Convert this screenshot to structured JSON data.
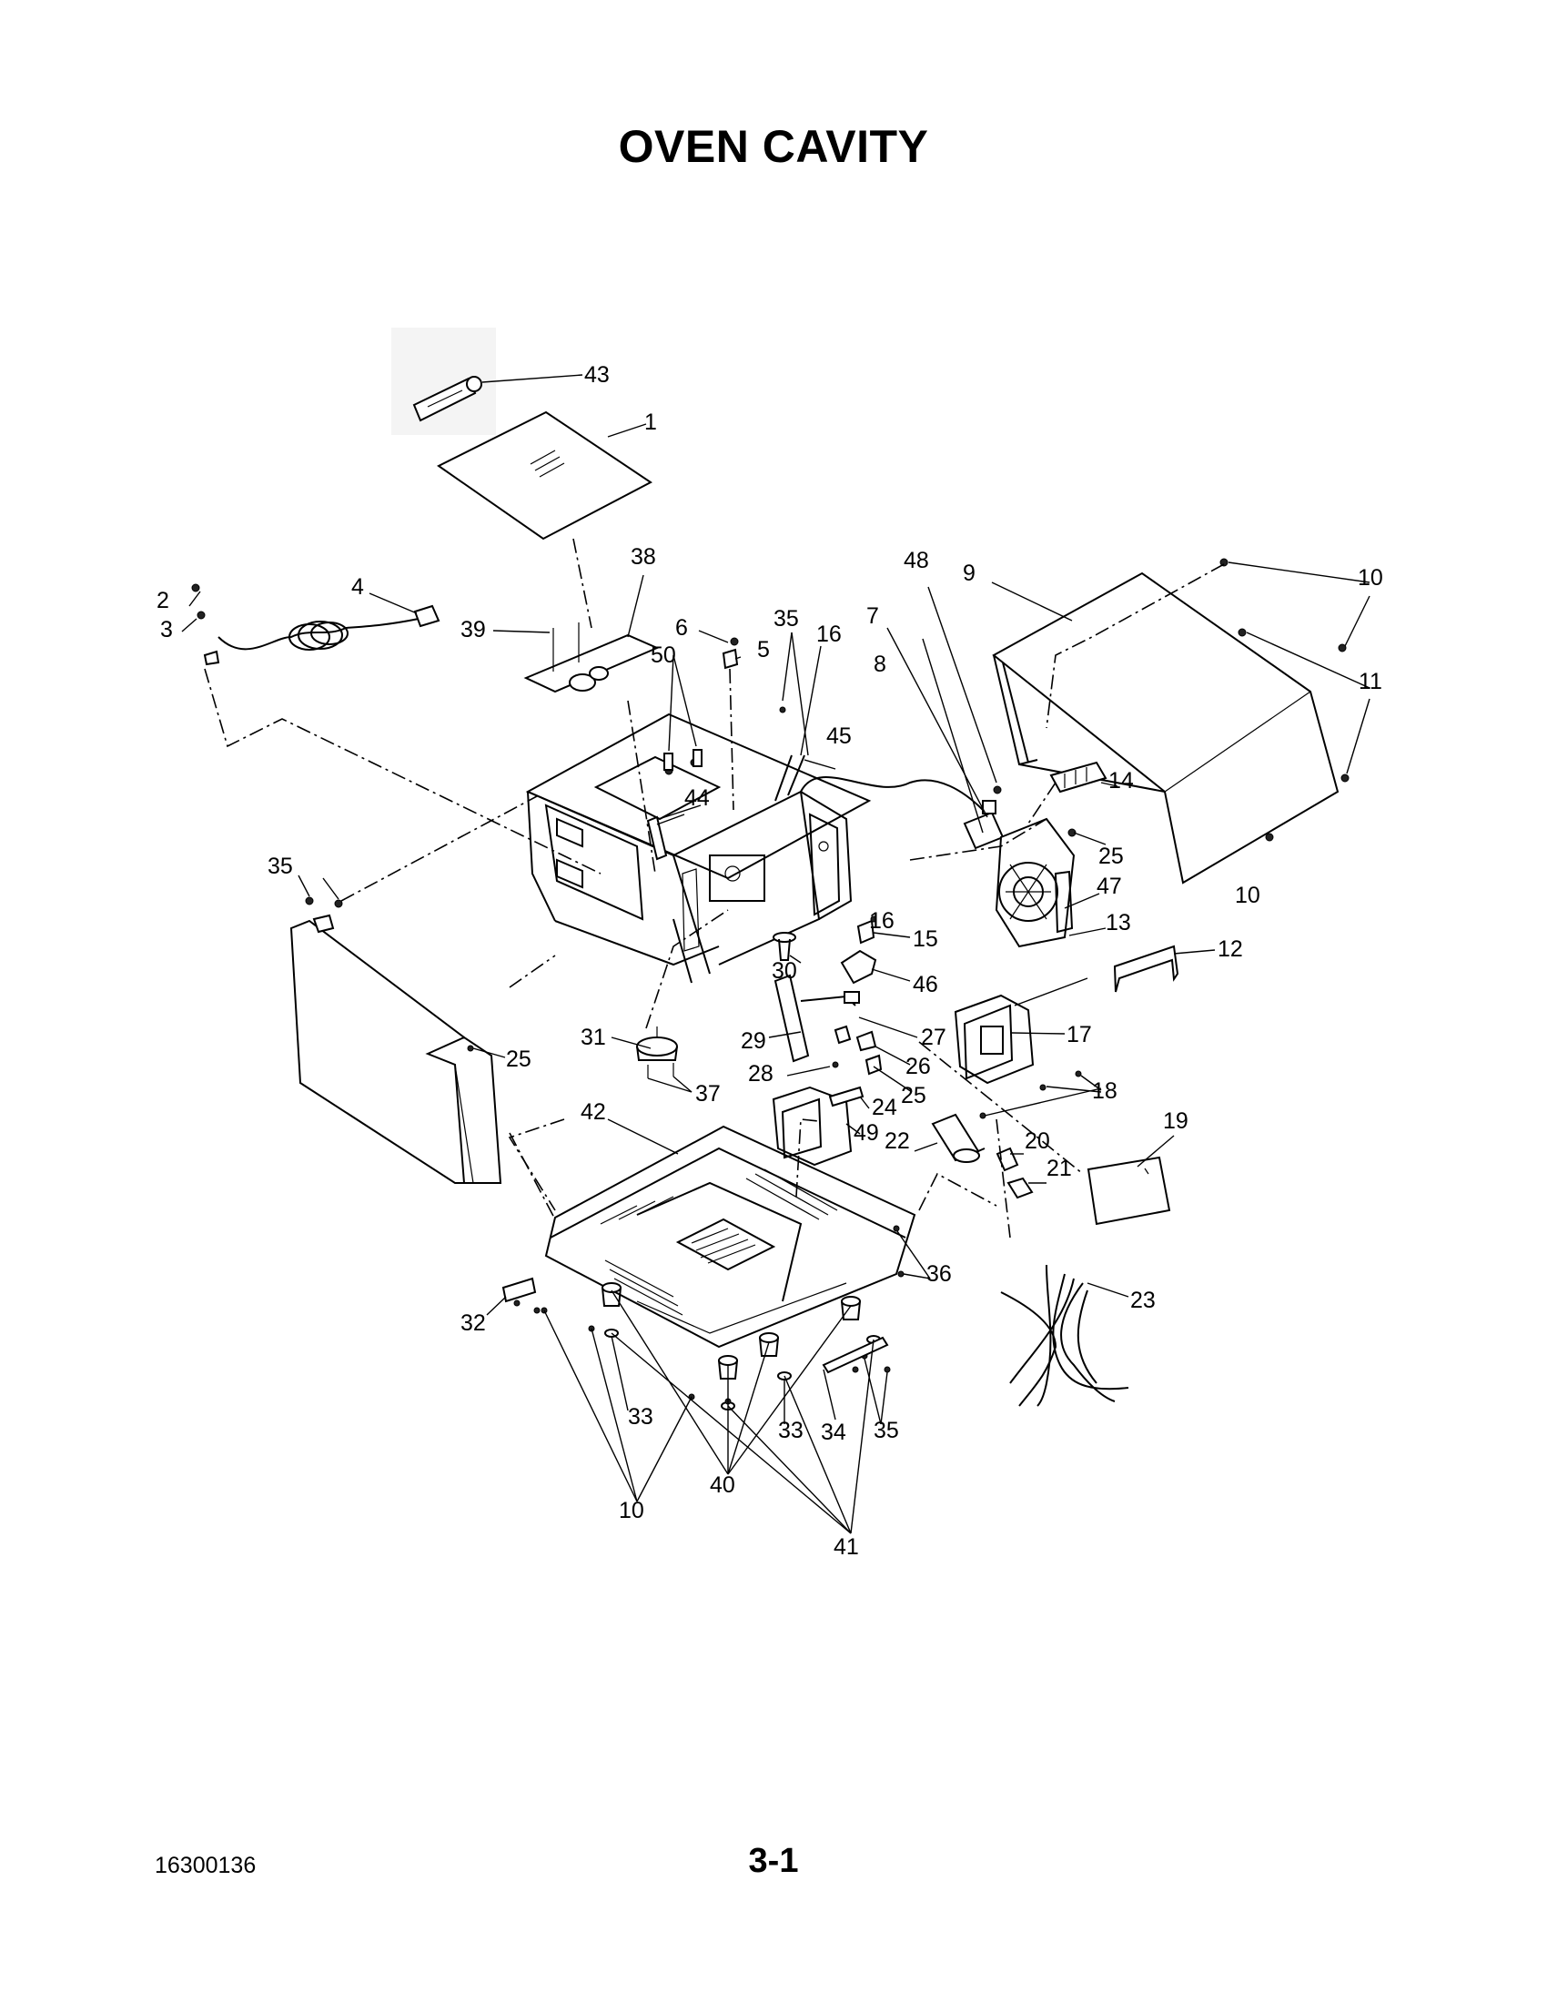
{
  "page": {
    "title": "OVEN CAVITY",
    "document_number": "16300136",
    "page_number": "3-1"
  },
  "callouts": {
    "c1": "1",
    "c2": "2",
    "c3": "3",
    "c4": "4",
    "c5": "5",
    "c6": "6",
    "c7": "7",
    "c8": "8",
    "c9": "9",
    "c10a": "10",
    "c10b": "10",
    "c10c": "10",
    "c11": "11",
    "c12": "12",
    "c13": "13",
    "c14": "14",
    "c15": "15",
    "c16a": "16",
    "c16b": "16",
    "c17": "17",
    "c18": "18",
    "c19": "19",
    "c20": "20",
    "c21": "21",
    "c22": "22",
    "c23": "23",
    "c24": "24",
    "c25a": "25",
    "c25b": "25",
    "c25c": "25",
    "c26": "26",
    "c27": "27",
    "c28": "28",
    "c29": "29",
    "c30": "30",
    "c31": "31",
    "c32": "32",
    "c33a": "33",
    "c33b": "33",
    "c34": "34",
    "c35a": "35",
    "c35b": "35",
    "c35c": "35",
    "c36": "36",
    "c37": "37",
    "c38": "38",
    "c39": "39",
    "c40": "40",
    "c41": "41",
    "c42": "42",
    "c43": "43",
    "c44": "44",
    "c45": "45",
    "c46": "46",
    "c47": "47",
    "c48": "48",
    "c49": "49",
    "c50": "50"
  }
}
